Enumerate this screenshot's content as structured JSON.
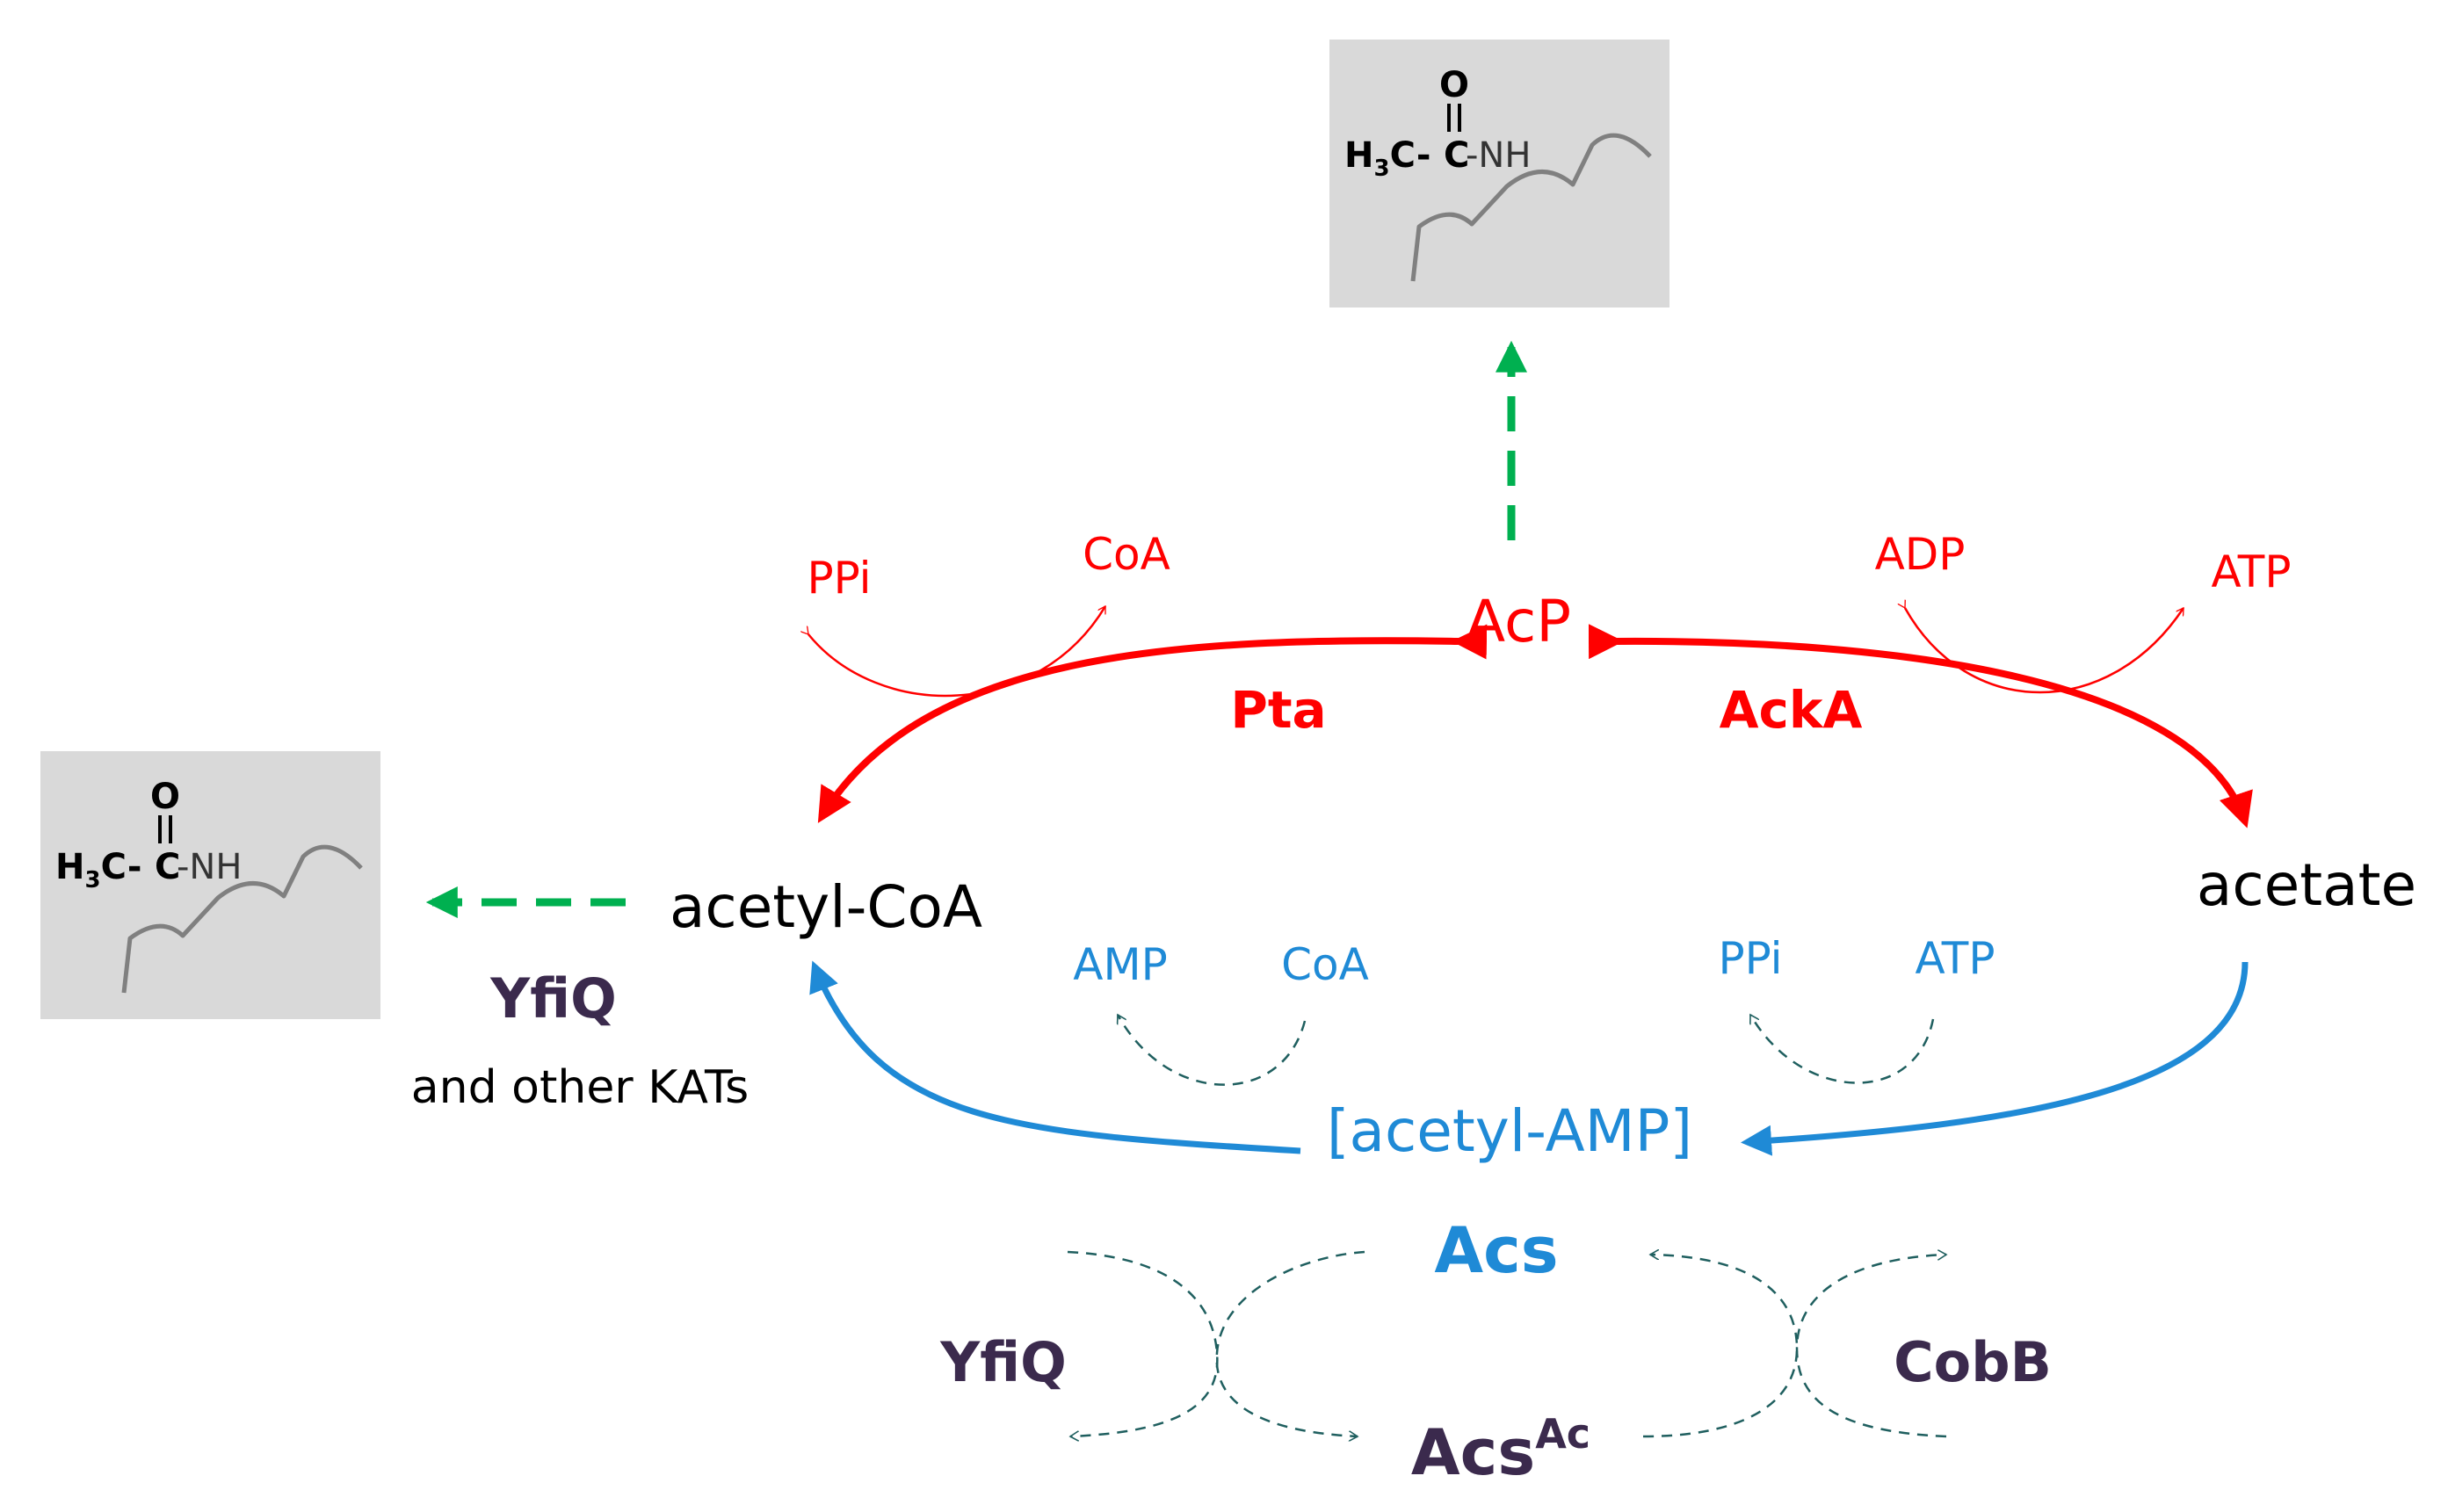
{
  "colors": {
    "red": "#ff0000",
    "blue": "#1f8ad6",
    "green": "#00b050",
    "teal": "#1f5f5f",
    "dark_purple": "#3b2a4d",
    "struct_box": "#d9d9d9",
    "black": "#000000"
  },
  "metabolites": {
    "acp": "AcP",
    "acetyl_coa": "acetyl-CoA",
    "acetate": "acetate",
    "acetyl_amp": "[acetyl-AMP]"
  },
  "enzymes": {
    "pta": "Pta",
    "acka": "AckA",
    "acs": "Acs",
    "acs_ac_base": "Acs",
    "acs_ac_sup": "Ac",
    "yfiq_main": "YfiQ",
    "yfiq_main_sub": "and other KATs",
    "yfiq_bottom": "YfiQ",
    "cobb": "CobB"
  },
  "cofactors": {
    "pta_left": "PPi",
    "pta_right": "CoA",
    "acka_left": "ADP",
    "acka_right": "ATP",
    "acs_left_1": "AMP",
    "acs_left_2": "CoA",
    "acs_right_1": "PPi",
    "acs_right_2": "ATP"
  },
  "structure": {
    "atom_o": "O",
    "bond_double": "‖",
    "h3c_h": "H",
    "h3c_sub": "3",
    "h3c_c": "C-",
    "carbonyl_c": "C",
    "nh": "-NH"
  }
}
